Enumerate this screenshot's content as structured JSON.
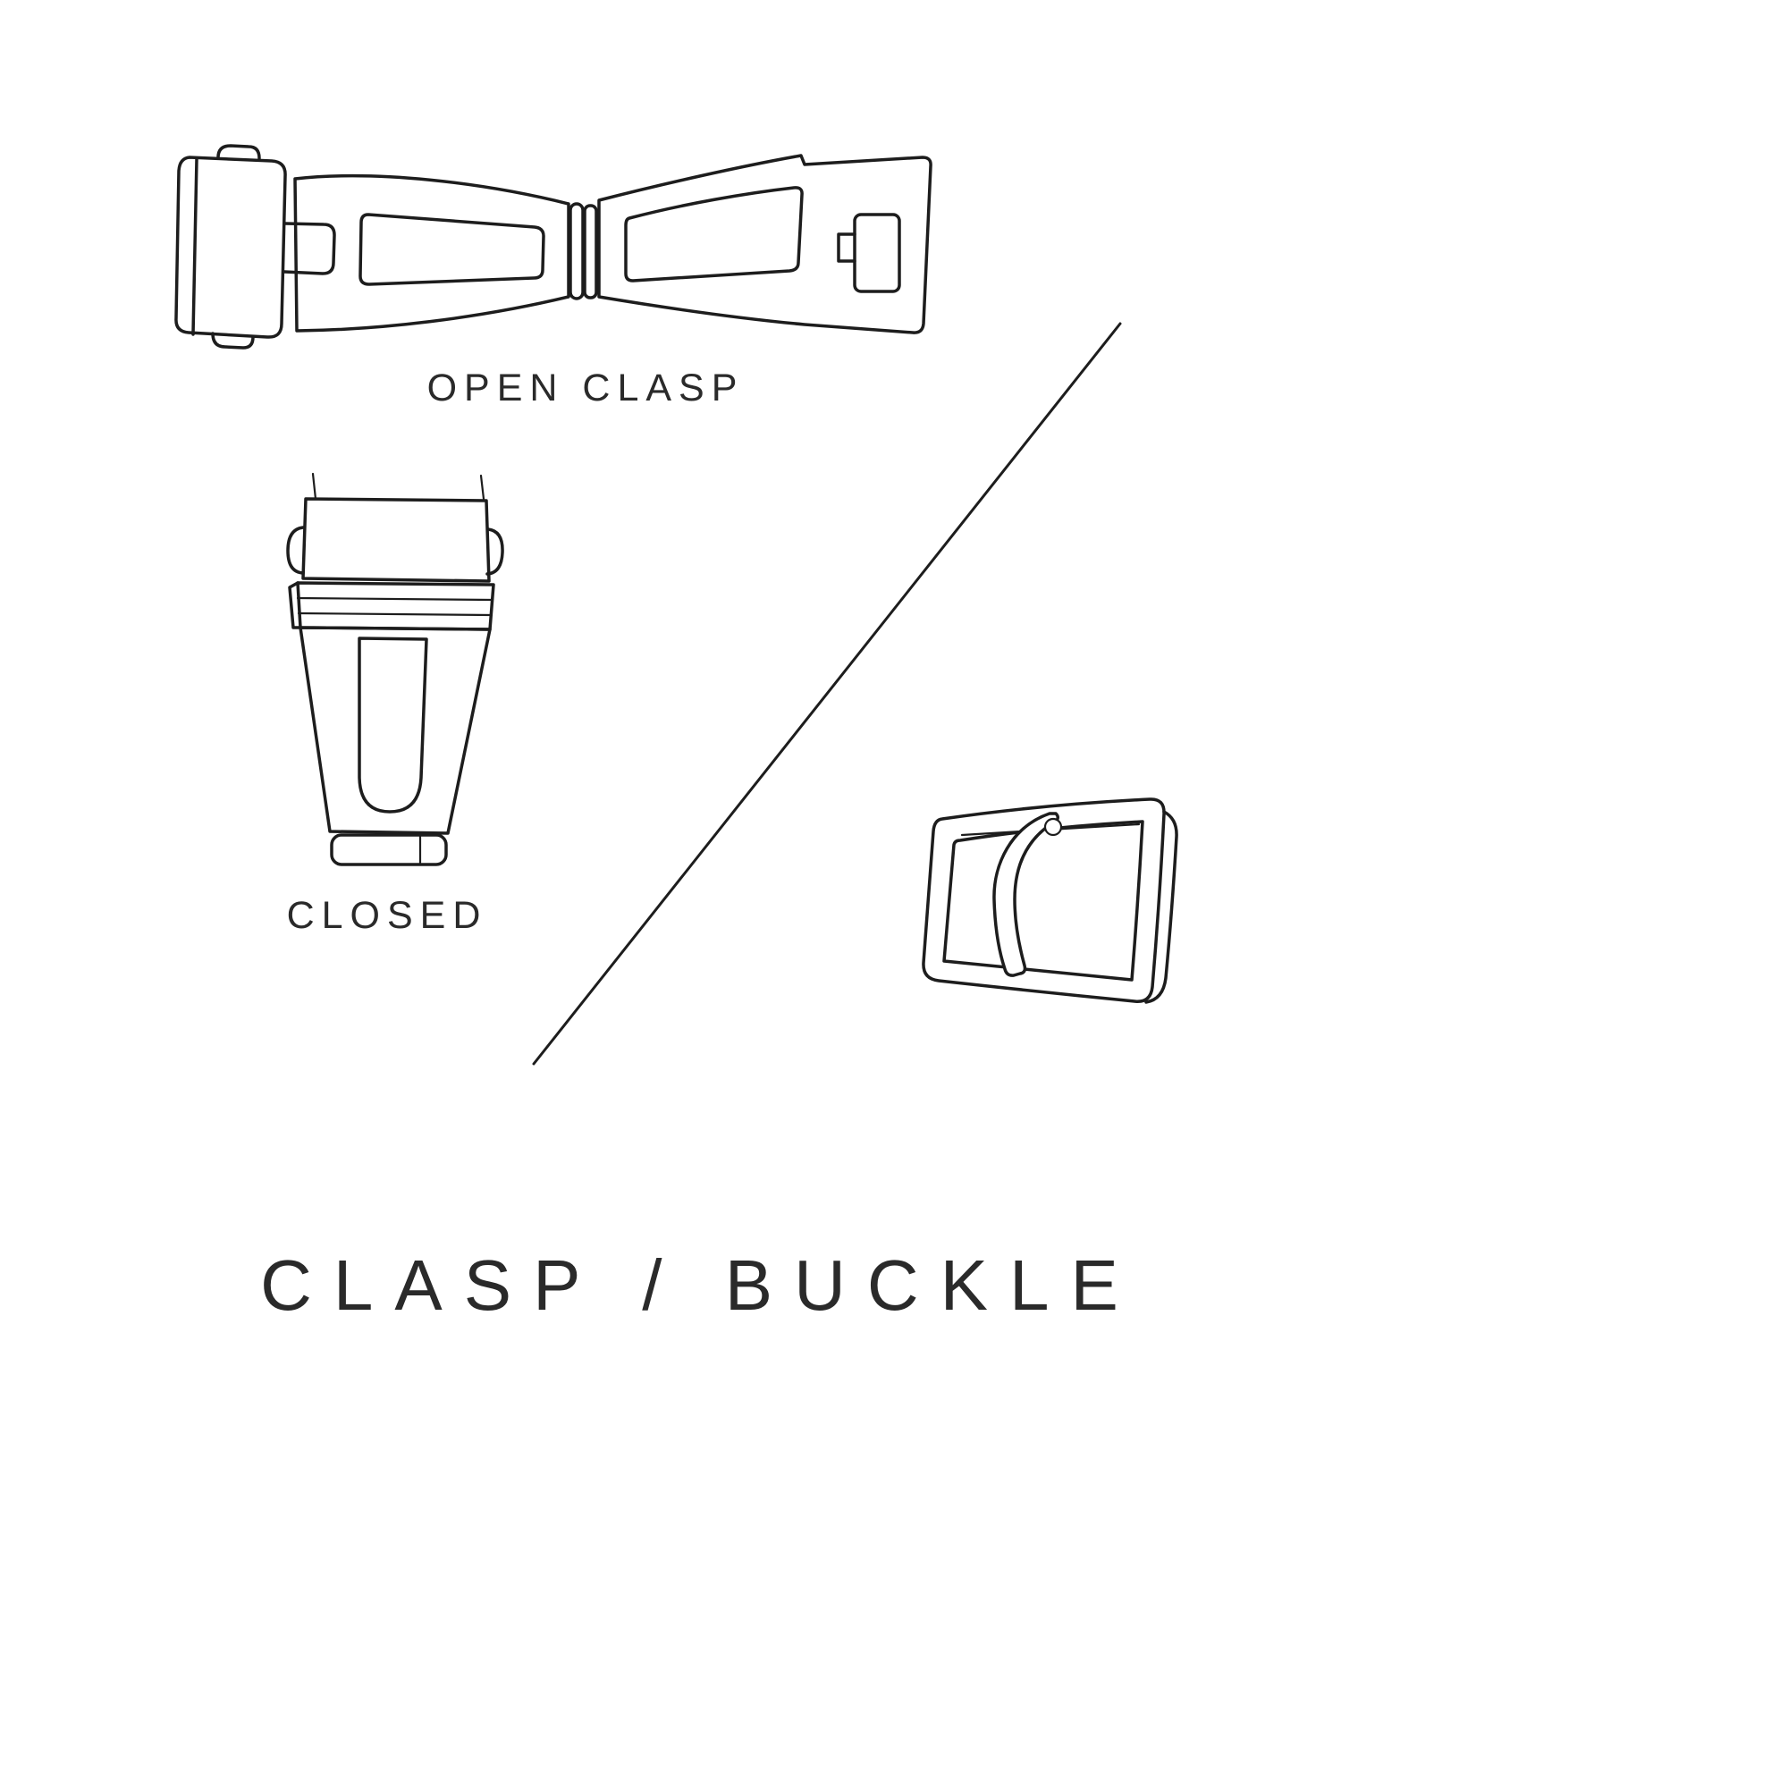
{
  "title": "CLASP / BUCKLE",
  "labels": {
    "open_clasp": "OPEN CLASP",
    "closed_clasp": "CLOSED"
  },
  "figures": [
    {
      "name": "open-clasp-illustration",
      "label": "OPEN CLASP"
    },
    {
      "name": "closed-clasp-illustration",
      "label": "CLOSED"
    },
    {
      "name": "buckle-illustration",
      "label": ""
    }
  ],
  "colors": {
    "background": "#ffffff",
    "line": "#1d1d1d",
    "text": "#2a2a2a"
  }
}
